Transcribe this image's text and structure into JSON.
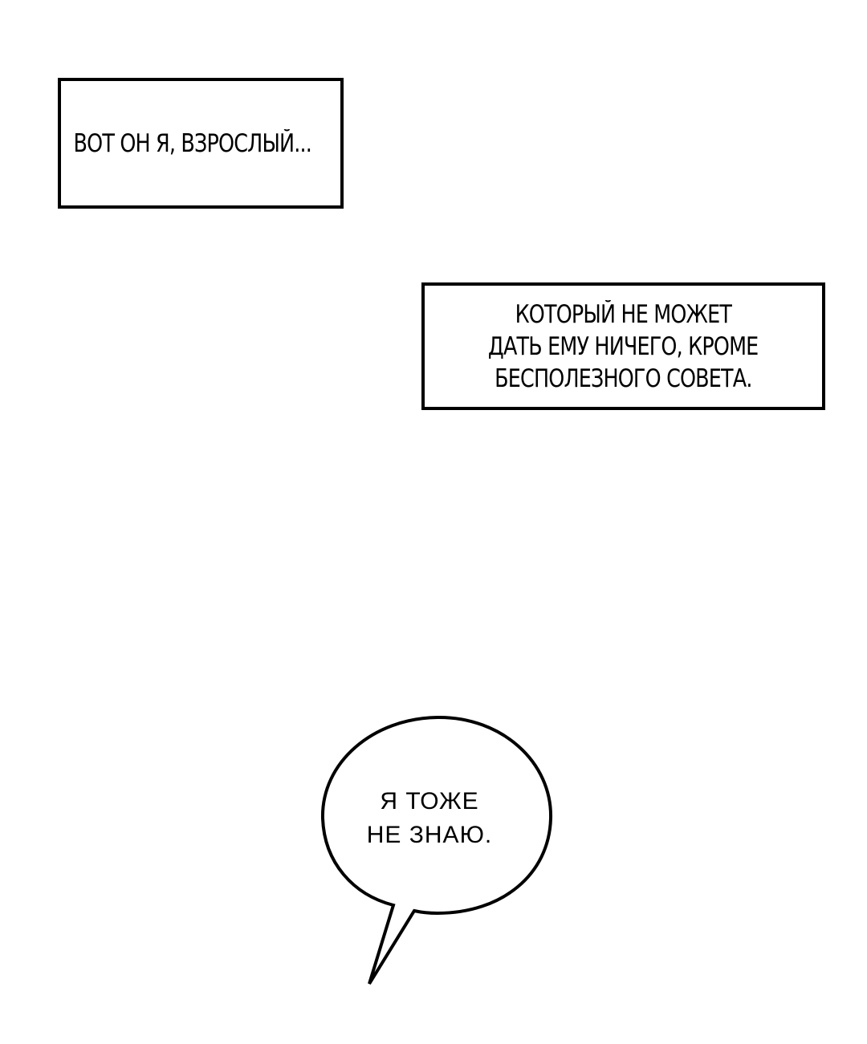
{
  "captions": [
    {
      "lines": [
        "ВОТ ОН Я, ВЗРОСЛЫЙ..."
      ]
    },
    {
      "lines": [
        "КОТОРЫЙ НЕ МОЖЕТ",
        "ДАТЬ ЕМУ НИЧЕГО, КРОМЕ",
        "БЕСПОЛЕЗНОГО СОВЕТА."
      ]
    }
  ],
  "speech_bubble": {
    "lines": [
      "Я ТОЖЕ",
      "НЕ ЗНАЮ."
    ]
  }
}
